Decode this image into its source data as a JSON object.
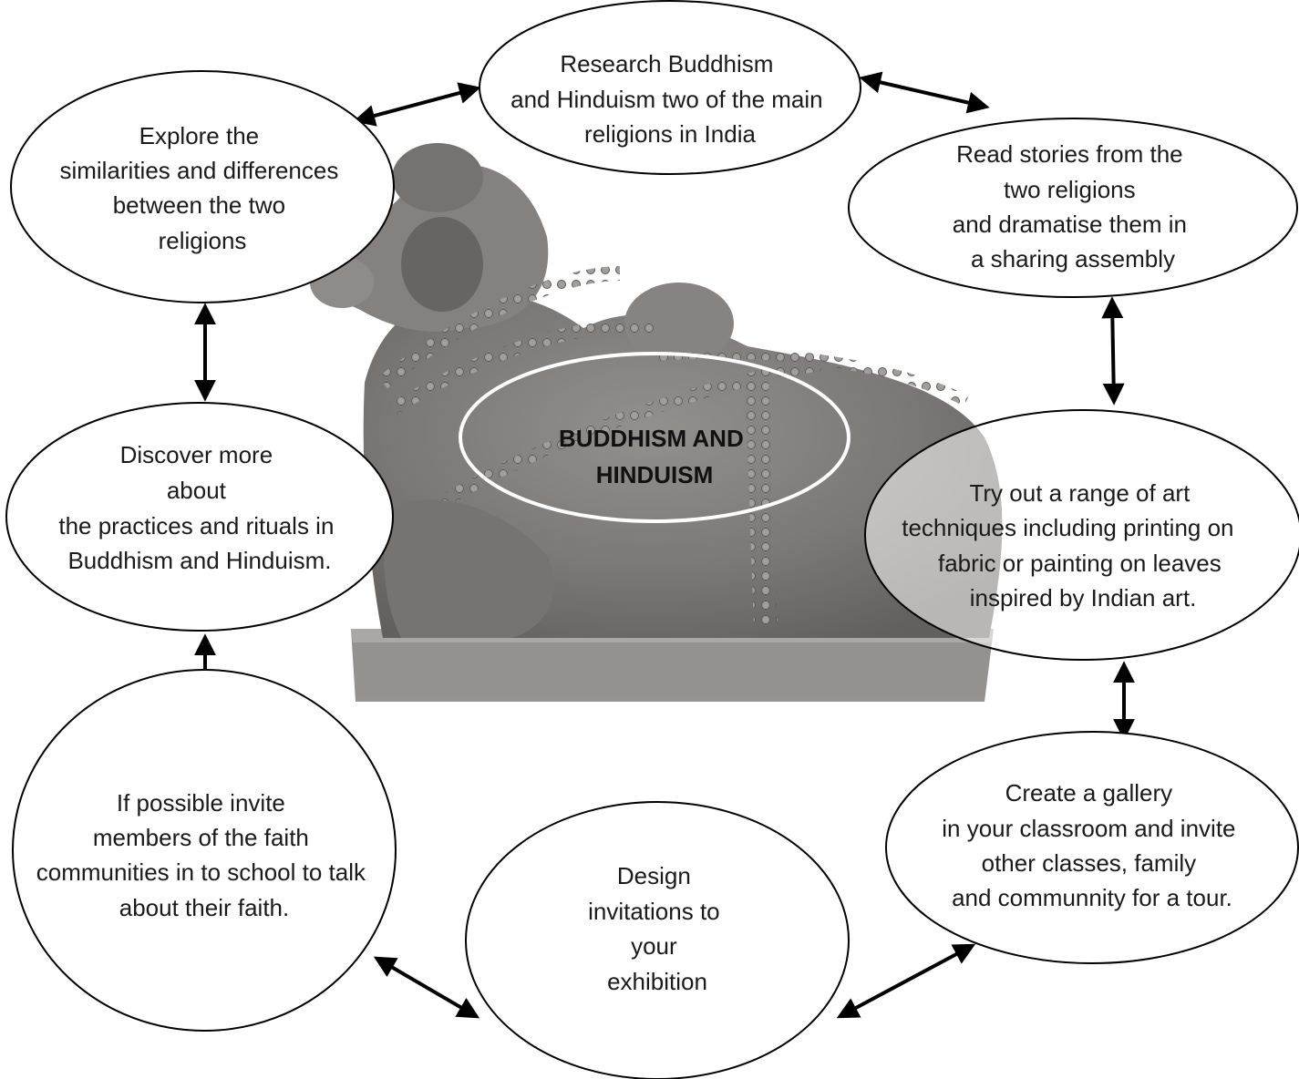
{
  "center": {
    "lines": [
      "BUDDHISM AND",
      "HINDUISM"
    ]
  },
  "nodes": [
    {
      "id": "research",
      "lines": [
        "Research Buddhism",
        "and Hinduism two of the main",
        "religions in India"
      ]
    },
    {
      "id": "explore",
      "lines": [
        "Explore the",
        "similarities and differences",
        "between the two",
        "religions"
      ]
    },
    {
      "id": "read-stories",
      "lines": [
        "Read  stories from the",
        "two religions",
        "and dramatise them in",
        "a sharing assembly"
      ]
    },
    {
      "id": "discover",
      "lines": [
        "Discover more",
        "about",
        "the practices and rituals in",
        "Buddhism and Hinduism."
      ]
    },
    {
      "id": "art-techniques",
      "lines": [
        "Try out a range of art",
        "techniques including printing on",
        "fabric or painting on leaves",
        "inspired by Indian art."
      ]
    },
    {
      "id": "invite-faith",
      "lines": [
        "If possible invite",
        "members of the faith",
        "communities  in to school to talk",
        "about their faith."
      ]
    },
    {
      "id": "design-invitations",
      "lines": [
        "Design",
        "invitations to",
        "your",
        "exhibition"
      ]
    },
    {
      "id": "gallery",
      "lines": [
        "Create a gallery",
        "in your classroom and invite",
        "other classes, family",
        "and communnity for a tour."
      ]
    }
  ],
  "colors": {
    "sculpture": "#6e6b68",
    "sculpture_dark": "#4e4b48",
    "outline": "#000000",
    "center_outline": "#ffffff",
    "arrow": "#000000"
  },
  "image": {
    "icon": "nandi-bull-sculpture"
  }
}
